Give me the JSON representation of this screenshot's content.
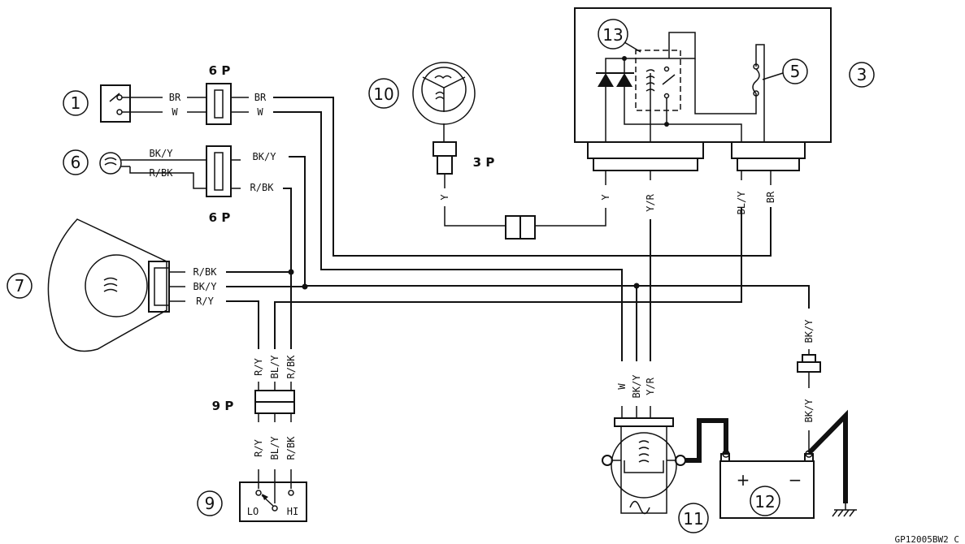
{
  "callouts": {
    "c1": "1",
    "c3": "3",
    "c5": "5",
    "c6": "6",
    "c7": "7",
    "c9": "9",
    "c10": "10",
    "c11": "11",
    "c12": "12",
    "c13": "13"
  },
  "connectors": {
    "six_p_top": "6 P",
    "six_p_bottom": "6 P",
    "three_p": "3 P",
    "nine_p": "9 P"
  },
  "wires": {
    "br": "BR",
    "w": "W",
    "bky": "BK/Y",
    "rbk": "R/BK",
    "ry": "R/Y",
    "bly": "BL/Y",
    "y": "Y",
    "yr": "Y/R"
  },
  "switch_labels": {
    "lo": "LO",
    "hi": "HI"
  },
  "battery": {
    "plus": "+",
    "minus": "−"
  },
  "reference": "GP12005BW2 C"
}
